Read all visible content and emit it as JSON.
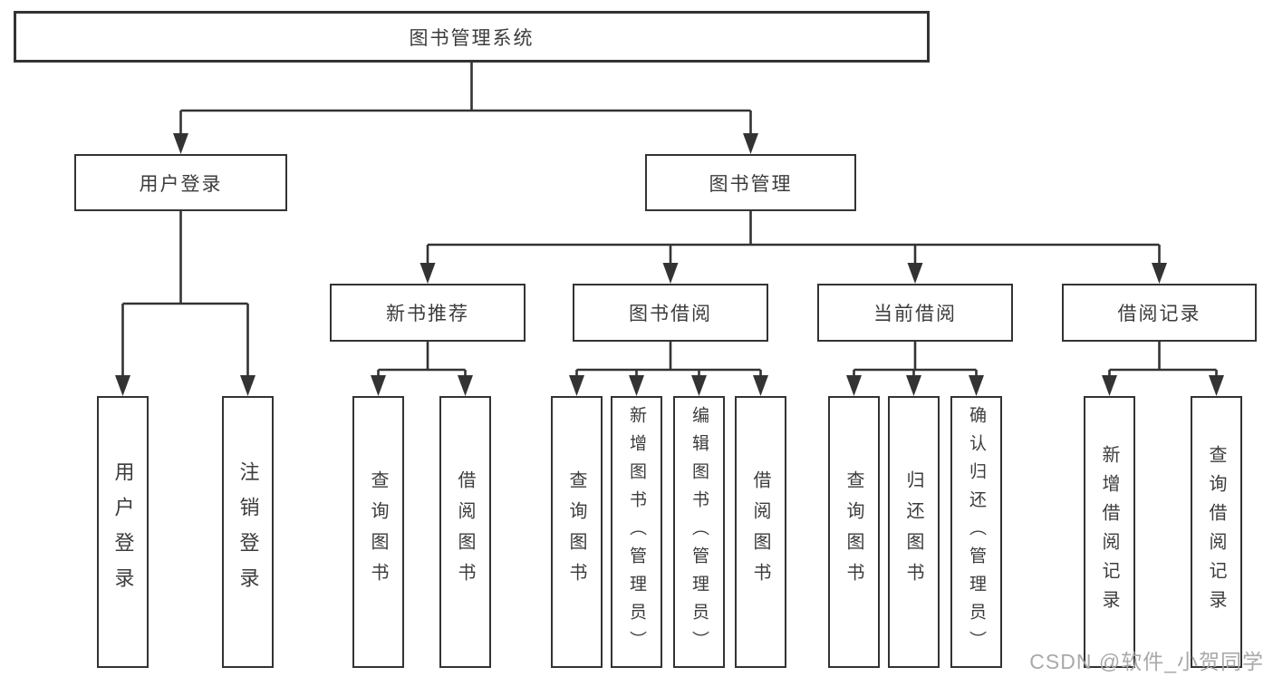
{
  "tree": {
    "label": "图书管理系统",
    "children": [
      {
        "label": "用户登录",
        "children": [
          {
            "label": "用户登录"
          },
          {
            "label": "注销登录"
          }
        ]
      },
      {
        "label": "图书管理",
        "children": [
          {
            "label": "新书推荐",
            "children": [
              {
                "label": "查询图书"
              },
              {
                "label": "借阅图书"
              }
            ]
          },
          {
            "label": "图书借阅",
            "children": [
              {
                "label": "查询图书"
              },
              {
                "label": "新增图书（管理员）"
              },
              {
                "label": "编辑图书（管理员）"
              },
              {
                "label": "借阅图书"
              }
            ]
          },
          {
            "label": "当前借阅",
            "children": [
              {
                "label": "查询图书"
              },
              {
                "label": "归还图书"
              },
              {
                "label": "确认归还（管理员）"
              }
            ]
          },
          {
            "label": "借阅记录",
            "children": [
              {
                "label": "新增借阅记录"
              },
              {
                "label": "查询借阅记录"
              }
            ]
          }
        ]
      }
    ]
  },
  "watermark": {
    "text": "CSDN @软件_小贺同学"
  },
  "colors": {
    "line": "#333333",
    "text": "#3c3c3c",
    "background": "#ffffff",
    "watermark": "#a9a9a9"
  }
}
